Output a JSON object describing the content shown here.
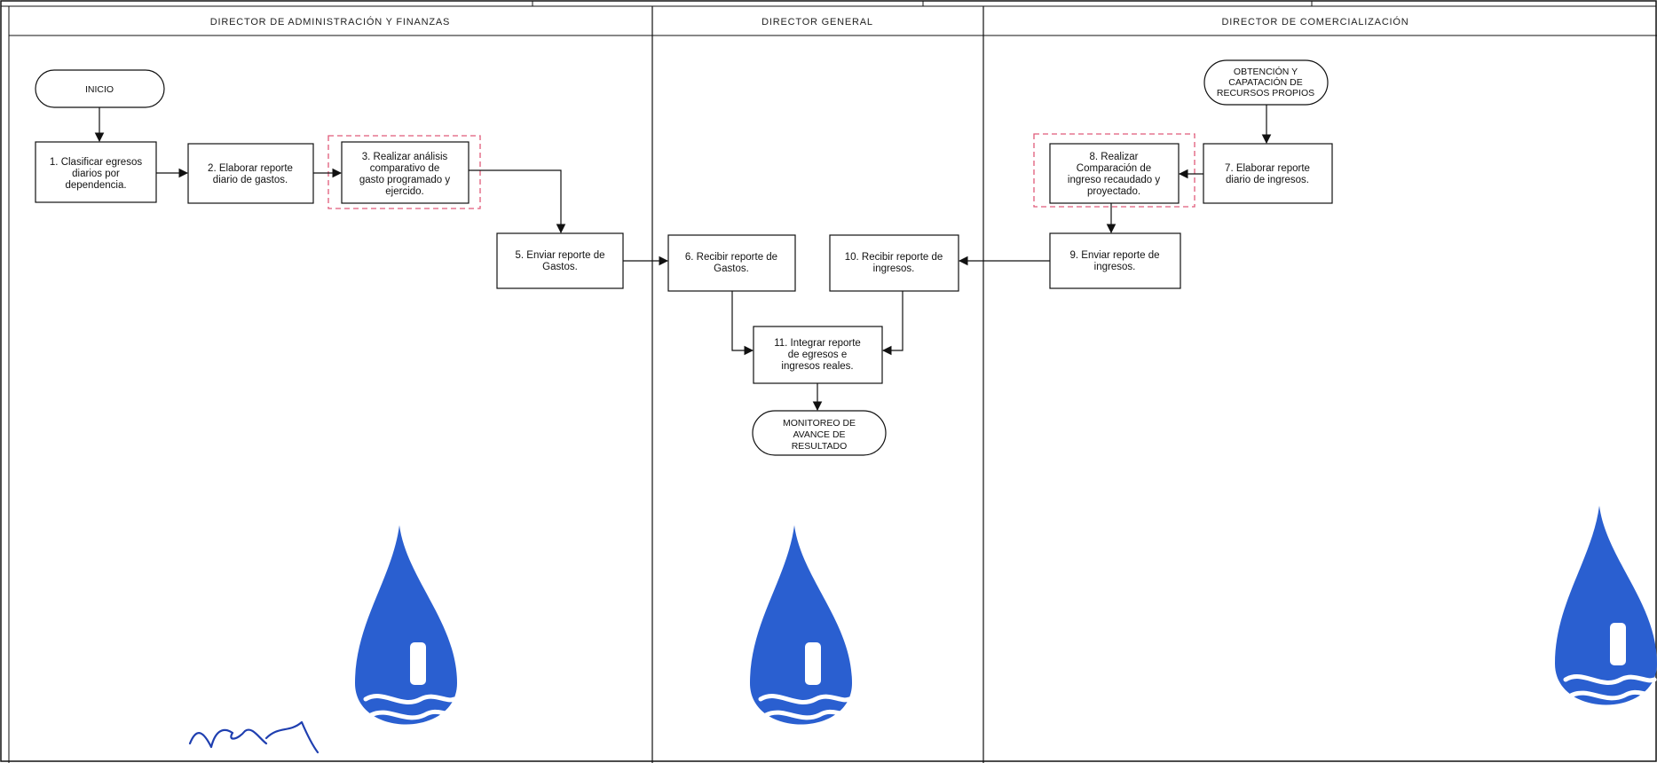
{
  "lanes": [
    {
      "id": "admin",
      "title": "DIRECTOR DE ADMINISTRACIÓN Y FINANZAS"
    },
    {
      "id": "general",
      "title": "DIRECTOR GENERAL"
    },
    {
      "id": "comercial",
      "title": "DIRECTOR DE COMERCIALIZACIÓN"
    }
  ],
  "terminals": {
    "inicio": [
      "INICIO"
    ],
    "obtencion": [
      "OBTENCIÓN Y",
      "CAPATACIÓN DE",
      "RECURSOS PROPIOS"
    ],
    "monitoreo": [
      "MONITOREO DE",
      "AVANCE DE",
      "RESULTADO"
    ]
  },
  "steps": {
    "s1": [
      "1. Clasificar egresos",
      "diarios por",
      "dependencia."
    ],
    "s2": [
      "2. Elaborar reporte",
      "diario de gastos."
    ],
    "s3": [
      "3. Realizar análisis",
      "comparativo de",
      "gasto programado y",
      "ejercido."
    ],
    "s5": [
      "5. Enviar reporte de",
      "Gastos."
    ],
    "s6": [
      "6. Recibir reporte de",
      "Gastos."
    ],
    "s10": [
      "10. Recibir reporte de",
      "ingresos."
    ],
    "s11": [
      "11. Integrar reporte",
      "de egresos e",
      "ingresos reales."
    ],
    "s7": [
      "7. Elaborar reporte",
      "diario de ingresos."
    ],
    "s8": [
      "8. Realizar",
      "Comparación de",
      "ingreso recaudado y",
      "proyectado."
    ],
    "s9": [
      "9. Enviar reporte de",
      "ingresos."
    ]
  },
  "colors": {
    "highlight": "#e05a7a",
    "seal": "#2a5fd0",
    "signature": "#1f3fb0"
  }
}
